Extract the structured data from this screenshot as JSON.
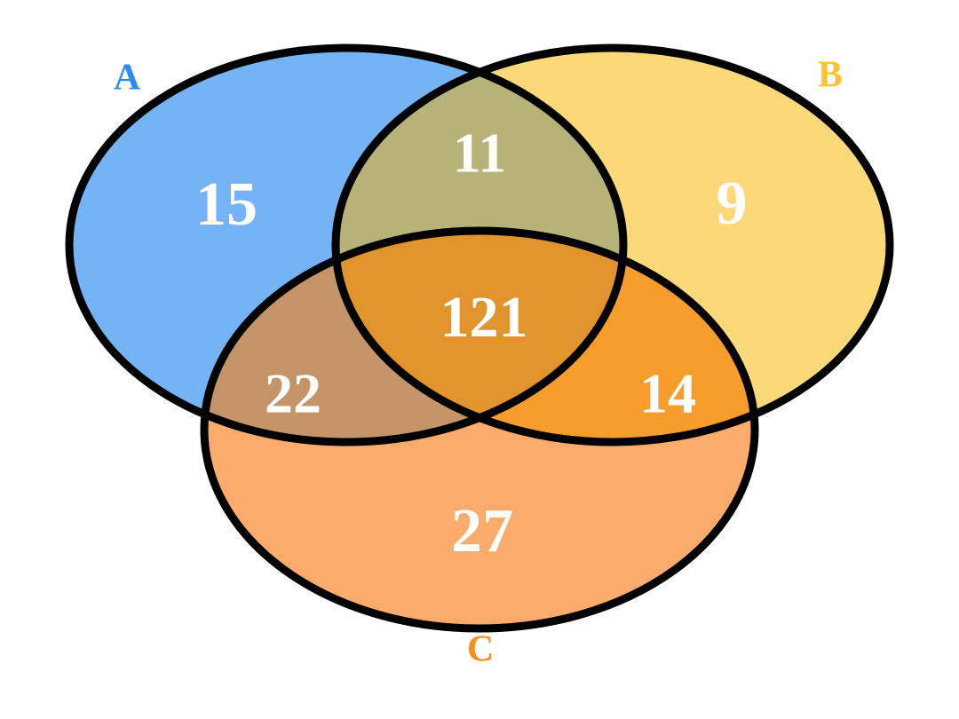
{
  "chart_data": {
    "type": "venn",
    "title": "",
    "sets": [
      {
        "key": "A",
        "label": "A",
        "label_color": "#2e8bf0",
        "fill": "#74b3f5",
        "only_value": "15"
      },
      {
        "key": "B",
        "label": "B",
        "label_color": "#ffc32e",
        "fill": "#fbd979",
        "only_value": "9"
      },
      {
        "key": "C",
        "label": "C",
        "label_color": "#f98e22",
        "fill": "#fbab6b",
        "only_value": "27"
      }
    ],
    "regions": [
      {
        "id": "A-only",
        "sets": [
          "A"
        ],
        "value": "15",
        "fill": "#74b3f5",
        "text_color": "#ffffff"
      },
      {
        "id": "B-only",
        "sets": [
          "B"
        ],
        "value": "9",
        "fill": "#fbd979",
        "text_color": "#ffffff"
      },
      {
        "id": "C-only",
        "sets": [
          "C"
        ],
        "value": "27",
        "fill": "#fbab6b",
        "text_color": "#ffffff"
      },
      {
        "id": "AB",
        "sets": [
          "A",
          "B"
        ],
        "value": "11",
        "fill": "#b7b378",
        "text_color": "#ffffff"
      },
      {
        "id": "AC",
        "sets": [
          "A",
          "C"
        ],
        "value": "22",
        "fill": "#c59468",
        "text_color": "#ffffff"
      },
      {
        "id": "BC",
        "sets": [
          "B",
          "C"
        ],
        "value": "14",
        "fill": "#f79d2c",
        "text_color": "#ffffff"
      },
      {
        "id": "ABC",
        "sets": [
          "A",
          "B",
          "C"
        ],
        "value": "121",
        "fill": "#e0942b",
        "text_color": "#ffffff"
      }
    ],
    "values": [
      15,
      9,
      27,
      11,
      22,
      14,
      121
    ],
    "categories": [
      "A only",
      "B only",
      "C only",
      "A∩B",
      "A∩C",
      "B∩C",
      "A∩B∩C"
    ],
    "stroke_color": "#000000",
    "stroke_width": 9,
    "background": "#ffffff",
    "legend": "none",
    "grid": false
  },
  "labels": {
    "set_a": "A",
    "set_b": "B",
    "set_c": "C"
  },
  "counts": {
    "a_only": "15",
    "b_only": "9",
    "c_only": "27",
    "a_and_b": "11",
    "a_and_c": "22",
    "b_and_c": "14",
    "a_and_b_and_c": "121"
  }
}
